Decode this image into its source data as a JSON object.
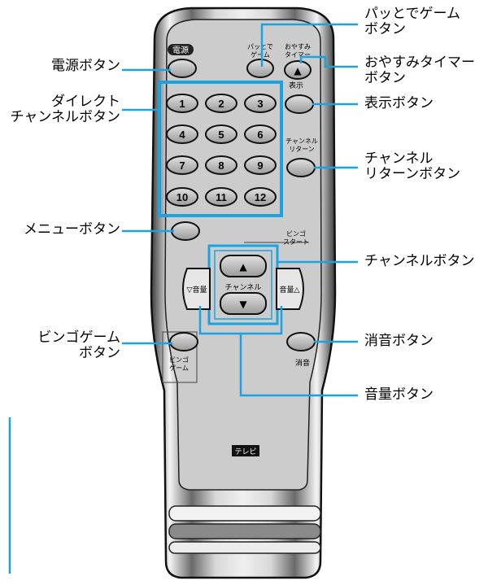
{
  "callouts": {
    "power": "電源ボタン",
    "direct": "ダイレクト\nチャンネルボタン",
    "menu": "メニューボタン",
    "bingo_game": "ビンゴゲーム\nボタン",
    "patto": "パッとでゲーム\nボタン",
    "sleep": "おやすみタイマー\nボタン",
    "display": "表示ボタン",
    "ch_return": "チャンネル\nリターンボタン",
    "channel": "チャンネルボタン",
    "mute": "消音ボタン",
    "volume": "音量ボタン"
  },
  "remote": {
    "power_label": "電源",
    "patto_label": "パッとで\nゲーム",
    "sleep_label": "おやすみ\nタイマー",
    "sleep_symbol": "▲",
    "display_label": "表示",
    "ch_return_label": "チャンネル\nリターン",
    "bingo_start_label": "ビンゴ\nスタート",
    "vol_down_label": "▽音量",
    "vol_up_label": "音量△",
    "ch_up_symbol": "▲",
    "ch_down_symbol": "▼",
    "channel_label": "チャンネル",
    "bingo_game_label": "ビンゴ\nゲーム",
    "mute_label": "消音",
    "brand_label": "テレビ",
    "numbers": [
      "1",
      "2",
      "3",
      "4",
      "5",
      "6",
      "7",
      "8",
      "9",
      "10",
      "11",
      "12"
    ]
  },
  "colors": {
    "leader": "#1aa3e0",
    "body": "#cfcfcf",
    "button": "#b9b9b9"
  }
}
